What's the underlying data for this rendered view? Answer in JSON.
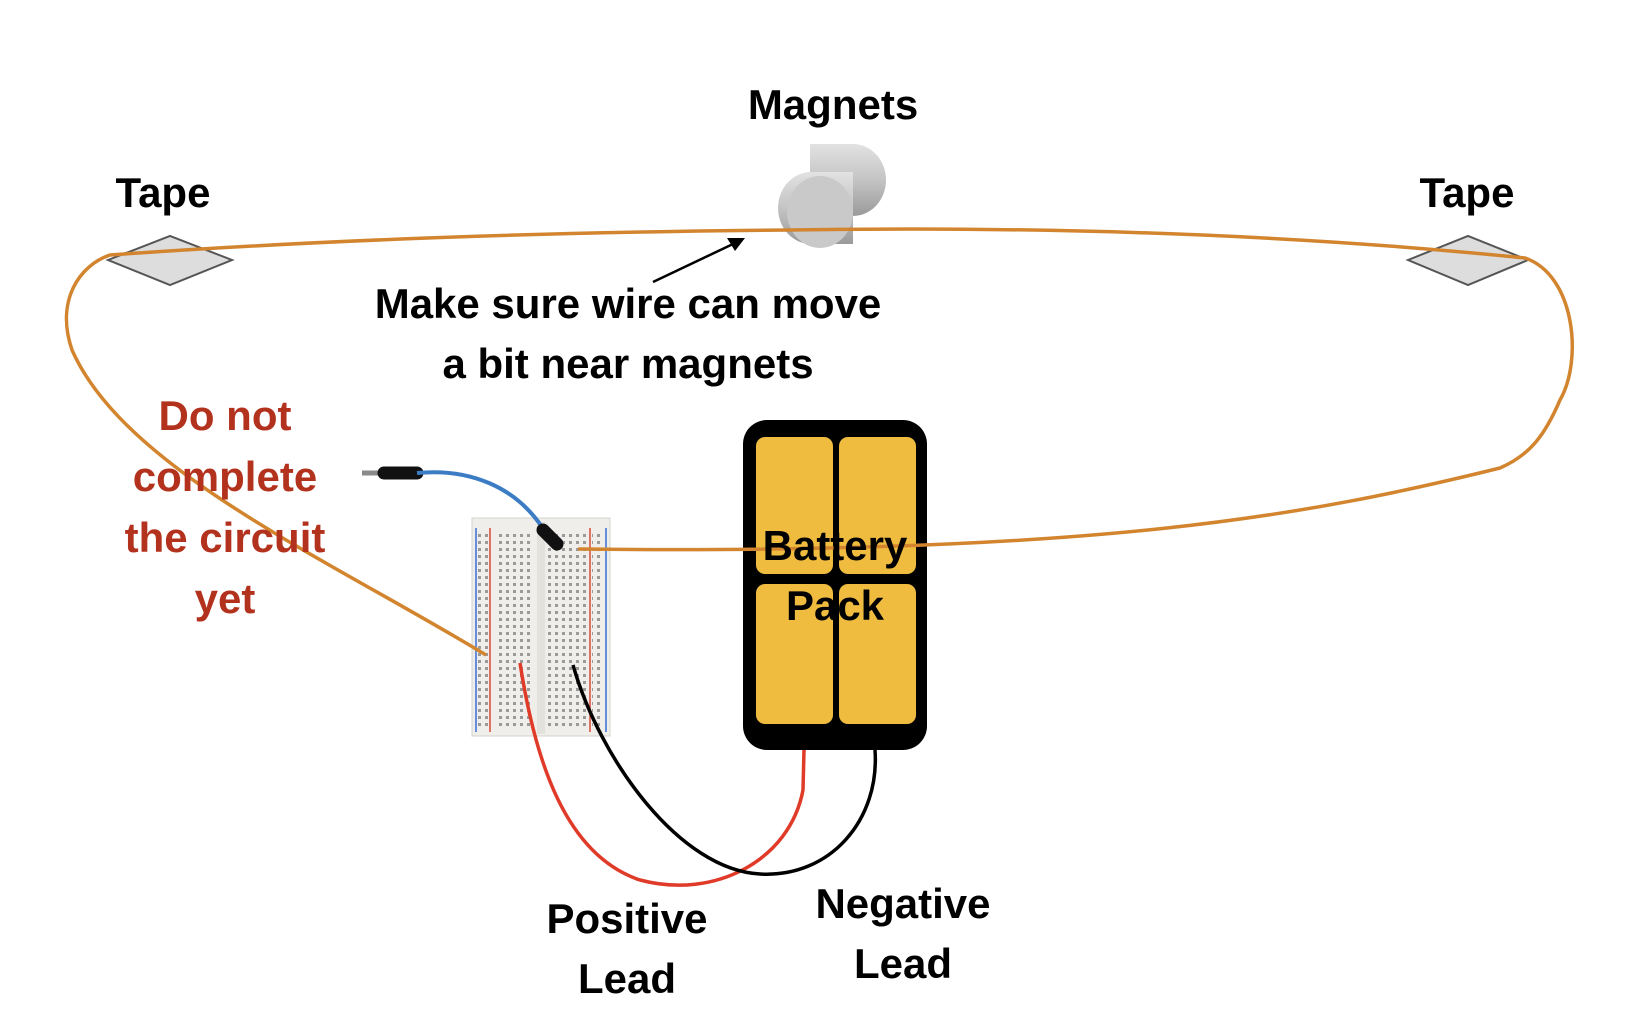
{
  "labels": {
    "magnets": "Magnets",
    "tape_left": "Tape",
    "tape_right": "Tape",
    "note_line1": "Make sure wire can move",
    "note_line2": "a bit near magnets",
    "warning_line1": "Do not",
    "warning_line2": "complete",
    "warning_line3": "the circuit",
    "warning_line4": "yet",
    "battery_line1": "Battery",
    "battery_line2": "Pack",
    "positive_line1": "Positive",
    "positive_line2": "Lead",
    "negative_line1": "Negative",
    "negative_line2": "Lead"
  },
  "colors": {
    "loop_wire": "#D2852E",
    "warning_text": "#B3321E",
    "battery_cell": "#F0BC3F",
    "battery_case": "#000000",
    "positive_wire": "#E03A28",
    "negative_wire": "#000000",
    "jumper_wire": "#3B7CC4",
    "tape": "#DDDDDD",
    "magnet": "#BDBDBD"
  }
}
